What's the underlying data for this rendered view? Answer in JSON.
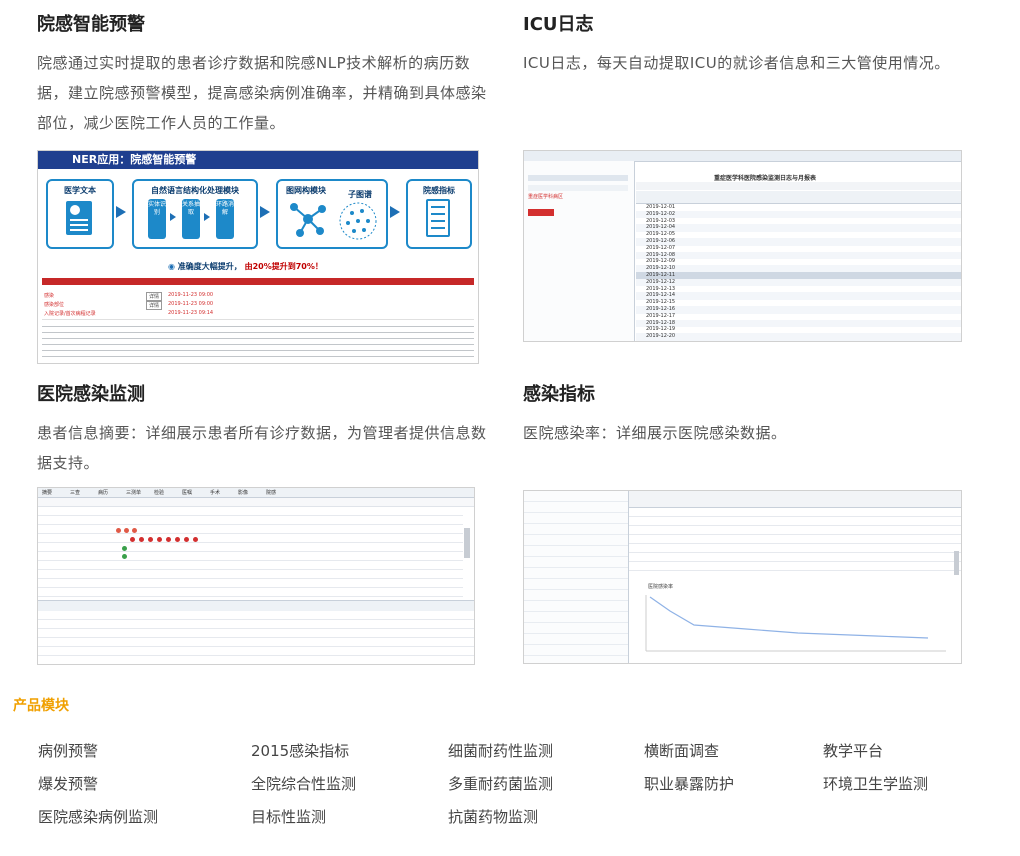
{
  "cards": [
    {
      "title": "院感智能预警",
      "desc": "院感通过实时提取的患者诊疗数据和院感NLP技术解析的病历数据，建立院感预警模型，提高感染病例准确率，并精确到具体感染部位，减少医院工作人员的工作量。"
    },
    {
      "title": "ICU日志",
      "desc": "ICU日志，每天自动提取ICU的就诊者信息和三大管使用情况。"
    },
    {
      "title": "医院感染监测",
      "desc": "患者信息摘要：详细展示患者所有诊疗数据，为管理者提供信息数据支持。"
    },
    {
      "title": "感染指标",
      "desc": "医院感染率：详细展示医院感染数据。"
    }
  ],
  "ner": {
    "banner": "NER应用：院感智能预警",
    "box1": "医学文本",
    "box2": "自然语言结构化处理模块",
    "inner": [
      "实体识别",
      "关系抽取",
      "环路消解"
    ],
    "box3": "图网构模块",
    "box3sub": "子图谱",
    "box4": "院感指标",
    "accuracy": "准确度大幅提升，",
    "accuracy_hl": "由20%提升到70%！",
    "rows": [
      {
        "label": "感染",
        "v": "2019-11-23 09:00"
      },
      {
        "label": "感染部位",
        "v": "2019-11-23 09:00"
      },
      {
        "label": "入院记录/首次病程记录",
        "v": "2019-11-23 09:14"
      }
    ]
  },
  "icu": {
    "table_title": "重症医学科医院感染监测日志与月报表",
    "dates": [
      "2019-12-01",
      "2019-12-02",
      "2019-12-03",
      "2019-12-04",
      "2019-12-05",
      "2019-12-06",
      "2019-12-07",
      "2019-12-08",
      "2019-12-09",
      "2019-12-10",
      "2019-12-11",
      "2019-12-12",
      "2019-12-13",
      "2019-12-14",
      "2019-12-15",
      "2019-12-16",
      "2019-12-17",
      "2019-12-18",
      "2019-12-19",
      "2019-12-20"
    ]
  },
  "monitor": {
    "tabs": [
      "摘要",
      "三查",
      "病历",
      "三测单",
      "检验",
      "医嘱",
      "手术",
      "影像",
      "院感"
    ]
  },
  "indicator": {
    "chart_title": "医院感染率"
  },
  "section_title": "产品模块",
  "modules": [
    [
      "病例预警",
      "2015感染指标",
      "细菌耐药性监测",
      "横断面调查",
      "教学平台"
    ],
    [
      "爆发预警",
      "全院综合性监测",
      "多重耐药菌监测",
      "职业暴露防护",
      "环境卫生学监测"
    ],
    [
      "医院感染病例监测",
      "目标性监测",
      "抗菌药物监测"
    ]
  ]
}
